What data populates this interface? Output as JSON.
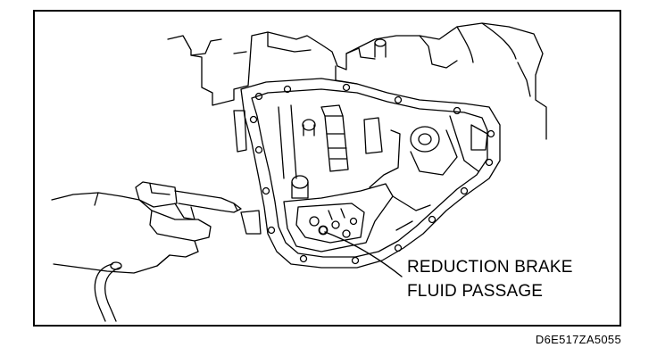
{
  "diagram": {
    "callout": {
      "line1": "REDUCTION BRAKE",
      "line2": "FLUID PASSAGE"
    },
    "figure_code": "D6E517ZA5055",
    "ink_color": "#000000",
    "background_color": "#ffffff"
  }
}
